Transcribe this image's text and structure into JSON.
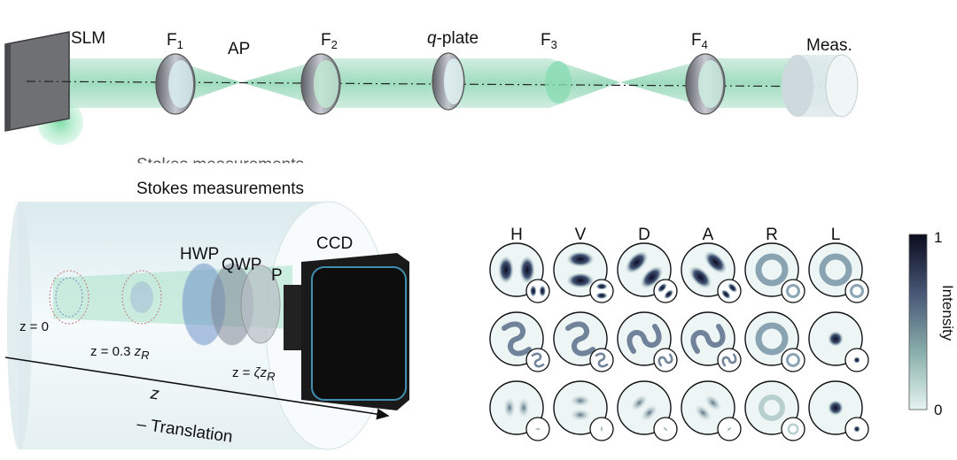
{
  "setup": {
    "components": {
      "slm": "SLM",
      "f1": {
        "base": "F",
        "sub": "1"
      },
      "ap": "AP",
      "f2": {
        "base": "F",
        "sub": "2"
      },
      "qplate": {
        "italic": "q",
        "rest": "-plate"
      },
      "f3": {
        "base": "F",
        "sub": "3"
      },
      "f4": {
        "base": "F",
        "sub": "4"
      },
      "meas": "Meas."
    }
  },
  "stokes": {
    "title": "Stokes measurements",
    "elements": {
      "hwp": "HWP",
      "qwp": "QWP",
      "p": "P",
      "ccd": "CCD"
    },
    "positions": {
      "z0": "z = 0",
      "z1_prefix": "z = 0.3 ",
      "z1_var": "z",
      "z1_sub": "R",
      "zz_prefix": "z = ",
      "zz_zeta": "ζ",
      "zz_var": "z",
      "zz_sub": "R"
    },
    "axis": {
      "var": "z",
      "label": "– Translation"
    }
  },
  "panel": {
    "columns": [
      "H",
      "V",
      "D",
      "A",
      "R",
      "L"
    ],
    "rows": [
      [
        {
          "pattern": "two-lobe",
          "angle": 0,
          "inset": "two-lobe"
        },
        {
          "pattern": "two-lobe",
          "angle": 90,
          "inset": "two-lobe"
        },
        {
          "pattern": "two-lobe",
          "angle": 45,
          "inset": "two-lobe"
        },
        {
          "pattern": "two-lobe",
          "angle": -45,
          "inset": "two-lobe"
        },
        {
          "pattern": "ring",
          "angle": 0,
          "inset": "ring"
        },
        {
          "pattern": "ring",
          "angle": 0,
          "inset": "ring"
        }
      ],
      [
        {
          "pattern": "s-shape",
          "angle": 0,
          "inset": "s-shape"
        },
        {
          "pattern": "s-shape",
          "angle": 0,
          "inset": "s-shape"
        },
        {
          "pattern": "s-shape",
          "angle": 90,
          "inset": "s-shape"
        },
        {
          "pattern": "s-shape",
          "angle": 90,
          "inset": "s-shape"
        },
        {
          "pattern": "ring",
          "angle": 0,
          "inset": "ring"
        },
        {
          "pattern": "dot",
          "angle": 0,
          "inset": "dot"
        }
      ],
      [
        {
          "pattern": "faint-two-lobe",
          "angle": 0,
          "inset": "faint-bar"
        },
        {
          "pattern": "faint-two-lobe",
          "angle": 90,
          "inset": "faint-bar"
        },
        {
          "pattern": "faint-two-lobe",
          "angle": 45,
          "inset": "faint-bar"
        },
        {
          "pattern": "faint-two-lobe",
          "angle": -45,
          "inset": "faint-bar"
        },
        {
          "pattern": "faint-ring",
          "angle": 0,
          "inset": "faint-ring"
        },
        {
          "pattern": "dot",
          "angle": 0,
          "inset": "dot"
        }
      ]
    ],
    "colorbar": {
      "max": "1",
      "min": "0",
      "title": "Intensity",
      "colors": [
        "#0b0b1e",
        "#4a5a78",
        "#8fb5b0",
        "#e6f4f0"
      ]
    }
  }
}
